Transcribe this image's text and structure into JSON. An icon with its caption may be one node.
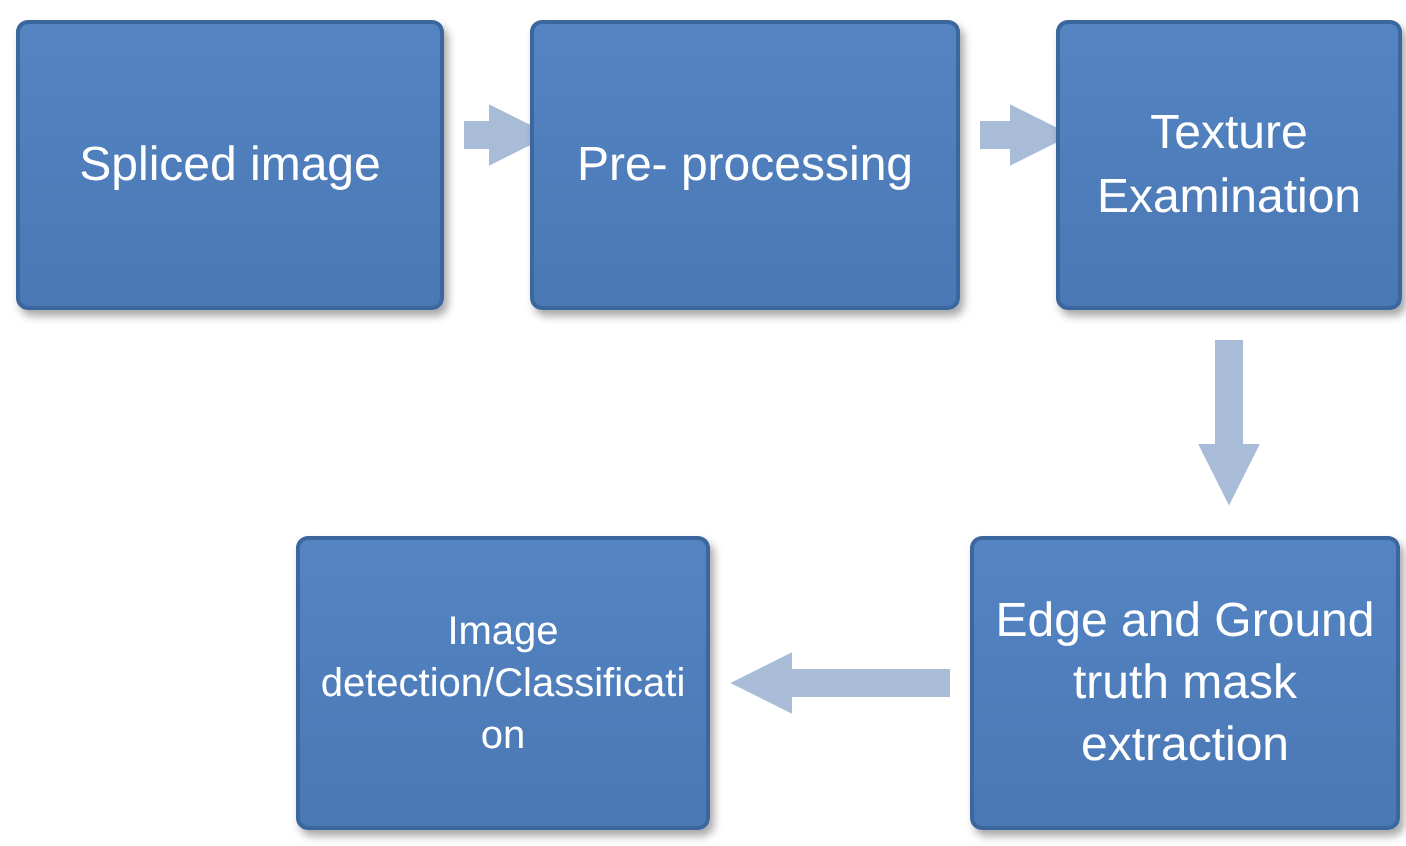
{
  "diagram": {
    "nodes": [
      {
        "text": [
          "Spliced image"
        ]
      },
      {
        "text": [
          "Pre- processing"
        ]
      },
      {
        "text": [
          "Texture Examination"
        ]
      },
      {
        "text": [
          "Edge and Ground truth mask extraction"
        ]
      },
      {
        "text": [
          "Image detection/Classificati on"
        ]
      }
    ],
    "edges": [
      {
        "from": 0,
        "to": 1,
        "arrow": "to"
      },
      {
        "from": 1,
        "to": 2,
        "arrow": "to"
      },
      {
        "from": 2,
        "to": 3,
        "arrow": "to"
      },
      {
        "from": 3,
        "to": 4,
        "arrow": "to"
      }
    ]
  }
}
